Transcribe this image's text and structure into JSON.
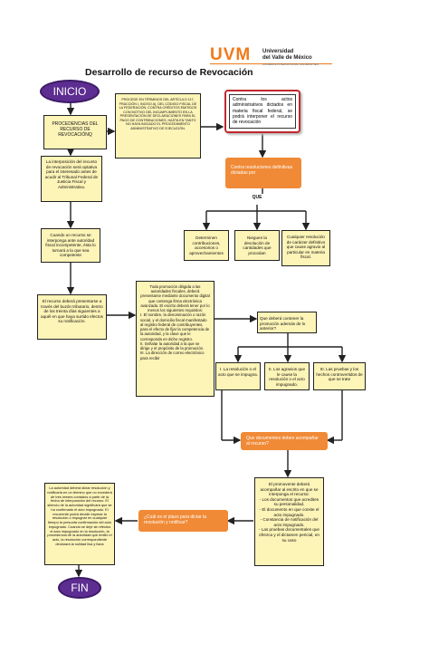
{
  "header": {
    "title": "Desarrollo de recurso de Revocación",
    "logo_text": "UVM",
    "university_line1": "Universidad",
    "university_line2": "del Valle de México",
    "logo_subtext": "LAUREATE INTERNATIONAL UNIVERSITIES"
  },
  "nodes": {
    "inicio": "INICIO",
    "procedencias": "PROCEDENCIAS DEL RECURSO DE REVOCACIÓNQ",
    "procede_en": "PROCEDE EN TÉRMINOS DEL ARTÍCULO 117, FRACCIÓN I, INCISO A), DEL CÓDIGO FISCAL DE LA FEDERACIÓN, CONTRA CRÉDITOS EMITIDOS CON MOTIVO DEL INCUMPLIMIENTO EN LA PRESENTACIÓN DE DECLARACIONES PARA EL PAGO DE CONTRIBUCIONES, HASTA EN TANTO NO HAYA INICIADO EL PROCEDIMIENTO ADMINISTRATIVO DE EJECUCIÓN.",
    "contra_actos": "Contra los actos administrativos dictados en materia fiscal federal, se podrá interponer el recurso de revocación",
    "contra_resoluciones": "Contra resoluciones definitivas dictadas por",
    "que": "QUE",
    "determinen": "Determinen contribuciones, accesorios o aprovechamientos",
    "nieguen": "Nieguen la devolución de cantidades que procedan",
    "cualquier": "Cualquier resolución de carácter definitivo que cause agravio al particular en materia fiscal.",
    "interposicion": "La interposición del recurso de revocación será optativa para el interesado antes de acudir al Tribunal Federal de Justicia Fiscal y Administrativa.",
    "cuando": "Cuando un recurso se interponga ante autoridad fiscal incompetente, ésta lo turnará a la que sea competente",
    "el_recurso": "El recurso deberá presentarse a través del buzón tributario, dentro de los treinta días siguientes a aquél en que haya surtido efectos su notificación.",
    "toda_promocion_intro": "Toda promoción dirigida a las autoridades fiscales, deberá presentarse mediante documento digital que contenga firma electrónica avanzada. El escrito deberá tener por lo menos los siguientes requisitos:",
    "req_1": "I. El nombre, la denominación o razón social, y el domicilio fiscal manifestado al registro federal de contribuyentes, para el efecto de fijar la competencia de la autoridad, y la clave que le corresponda en dicho registro.",
    "req_2": "II. Señalar la autoridad a la que se dirige y el propósito de la promoción.",
    "req_3": "III. La dirección de correo electrónico para recibir",
    "que_debera": "Que deberá contener la promoción además de lo anterior?",
    "op_1": "I. La resolución o el acto que se impugna.",
    "op_2": "II. Los agravios que le cause la resolución o el acto impugnado.",
    "op_3": "III. Las pruebas y los hechos controvertidos de que se trate",
    "que_documentos": "Que documentos deben acompañar al recurso?",
    "promovente": "El promovente deberá acompañar al escrito en que se interponga el recurso:\n- Los documentos que acrediten su personalidad.\n- El documento en que conste el acto impugnado.\n- Constancia de notificación del acto impugnado.\n- Las pruebas documentales que ofrezca y el dictamen pericial, en su caso",
    "cual_plazo": "¿Cuál es el plazo para dictar la resolución y notificar?",
    "la_autoridad": "La autoridad deberá dictar resolución y notificarla en un término que no excederá de tres meses contados a partir de la fecha de interposición del recurso. El silencio de la autoridad significará que se ha confirmado el acto impugnado. El recurrente podrá decidir esperar la resolución o impugnar en cualquier tiempo la presunta confirmación del acto impugnado. Cuando se deje sin efectos el acto impugnado en la resolución, la procedencia de la autoridad que emitió el acto, la resolución correspondiente declarará la nulidad lisa y llana",
    "fin": "FIN"
  },
  "colors": {
    "purple": "#5d2d91",
    "yellow": "#fdf4b8",
    "orange": "#f08a36",
    "red": "#c0282e",
    "uvm_orange": "#f07a1a"
  }
}
